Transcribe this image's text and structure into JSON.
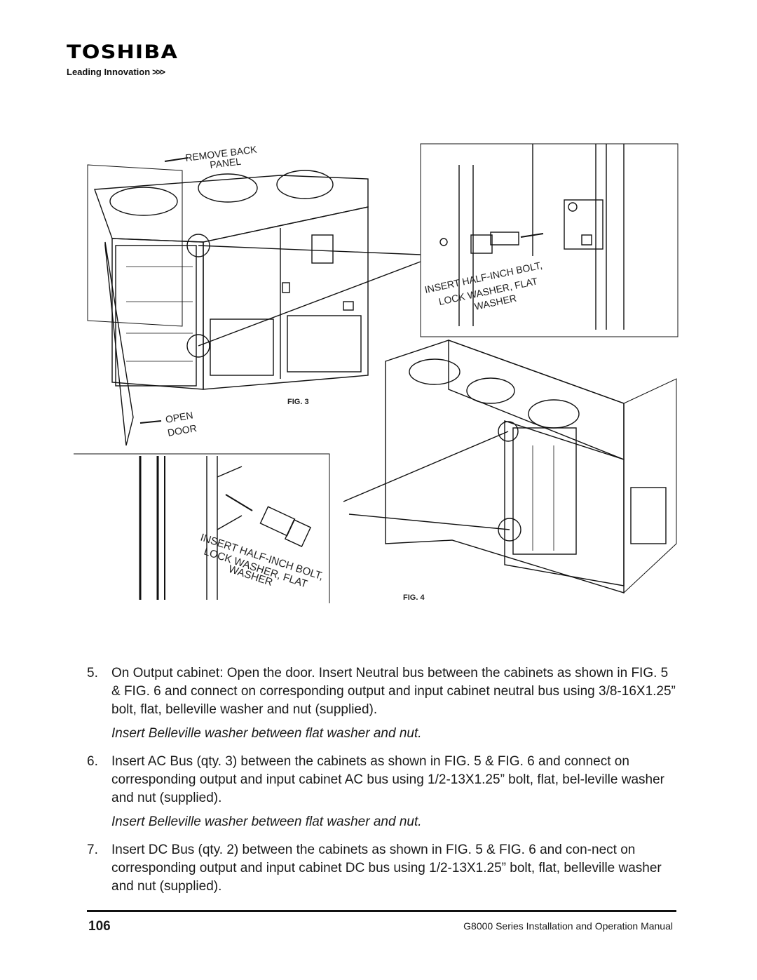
{
  "header": {
    "brand_name": "TOSHIBA",
    "tagline": "Leading Innovation",
    "tagline_chevrons": ">>>"
  },
  "figure": {
    "callout_remove_back_line1": "REMOVE BACK",
    "callout_remove_back_line2": "PANEL",
    "callout_open_line1": "OPEN",
    "callout_open_line2": "DOOR",
    "detail_top_line1": "INSERT HALF-INCH BOLT,",
    "detail_top_line2": "LOCK WASHER, FLAT",
    "detail_top_line3": "WASHER",
    "detail_bottom_line1": "INSERT HALF-INCH BOLT,",
    "detail_bottom_line2": "LOCK WASHER, FLAT",
    "detail_bottom_line3": "WASHER",
    "fig3_label": "FIG. 3",
    "fig4_label": "FIG. 4"
  },
  "steps": [
    {
      "number": "5.",
      "text": "On Output cabinet: Open the door. Insert Neutral bus between the cabinets as shown in FIG. 5 & FIG. 6 and connect on corresponding output and input cabinet neutral bus using 3/8-16X1.25” bolt, flat, belleville washer and nut (supplied).",
      "note": "Insert Belleville washer between flat washer and nut."
    },
    {
      "number": "6.",
      "text": "Insert AC Bus (qty. 3) between the cabinets as shown in FIG. 5 & FIG. 6 and connect on corresponding output and input cabinet AC bus using 1/2-13X1.25” bolt, flat, bel-leville washer and nut (supplied).",
      "note": "Insert Belleville washer between flat washer and nut."
    },
    {
      "number": "7.",
      "text": "Insert DC Bus (qty. 2) between the cabinets as shown in FIG. 5 & FIG. 6 and con-nect on corresponding output and input cabinet DC bus using 1/2-13X1.25” bolt, flat, belleville washer and nut (supplied)."
    }
  ],
  "footer": {
    "page_number": "106",
    "manual_title": "G8000 Series Installation and Operation Manual"
  }
}
